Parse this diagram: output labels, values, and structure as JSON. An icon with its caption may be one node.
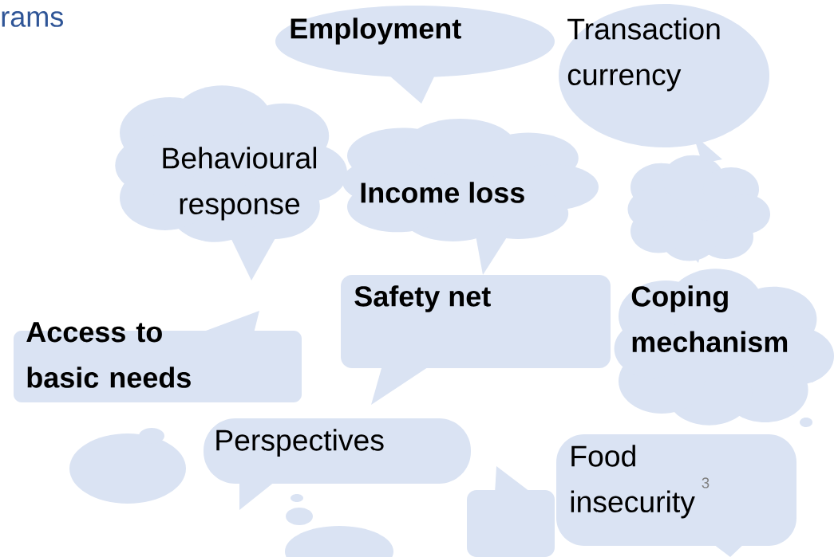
{
  "diagram": {
    "nodes": [
      {
        "text": [
          "Employment"
        ]
      },
      {
        "text": [
          "Transaction currency"
        ]
      },
      {
        "text": [
          "Behavioural response"
        ]
      },
      {
        "text": [
          "Income loss"
        ]
      },
      {
        "text": [
          "Safety net"
        ]
      },
      {
        "text": [
          "Coping mechanism"
        ]
      },
      {
        "text": [
          "Access to basic needs"
        ]
      },
      {
        "text": [
          "Perspectives"
        ]
      },
      {
        "text": [
          "Food insecurity"
        ]
      },
      {
        "text": [],
        "shape": "cloud"
      },
      {
        "text": [],
        "shape": "oval"
      },
      {
        "text": [],
        "shape": "box"
      },
      {
        "text": [],
        "shape": "oval"
      }
    ],
    "labels": [
      "rams",
      "3"
    ]
  }
}
